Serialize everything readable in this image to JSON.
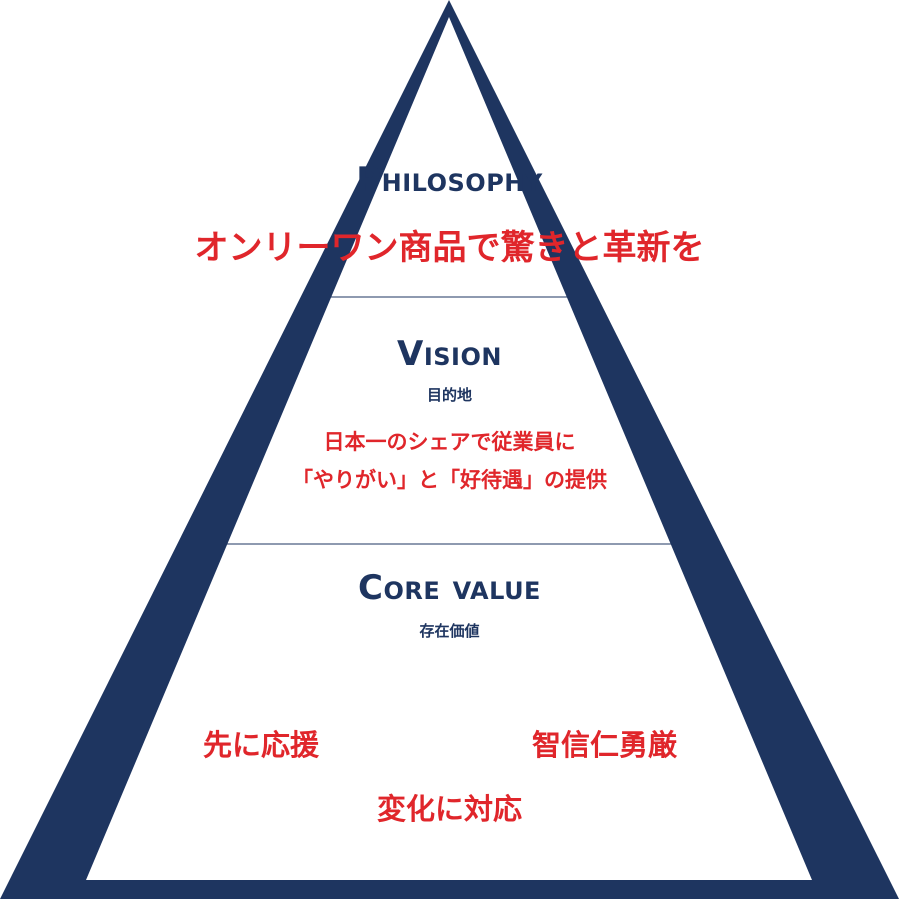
{
  "colors": {
    "navy": "#1e3560",
    "red": "#e0262b"
  },
  "philosophy": {
    "title": "Philosophy",
    "statement": "オンリーワン商品で驚きと革新を"
  },
  "vision": {
    "title": "Vision",
    "subtitle": "目的地",
    "line1": "日本一のシェアで従業員に",
    "line2": "「やりがい」と「好待遇」の提供"
  },
  "core_value": {
    "title": "Core value",
    "subtitle": "存在価値",
    "values": [
      "先に応援",
      "智信仁勇厳",
      "変化に対応"
    ]
  }
}
